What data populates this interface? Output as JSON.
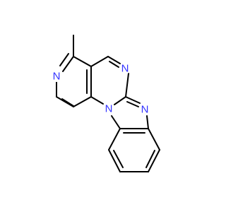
{
  "atoms": {
    "n_pyridine": "N",
    "n_pyrimidine": "N",
    "n_bridgehead": "N",
    "n_imidazole": "N"
  },
  "colors": {
    "background": "#ffffff",
    "bond": "#000000",
    "nitrogen": "#3333ff"
  }
}
